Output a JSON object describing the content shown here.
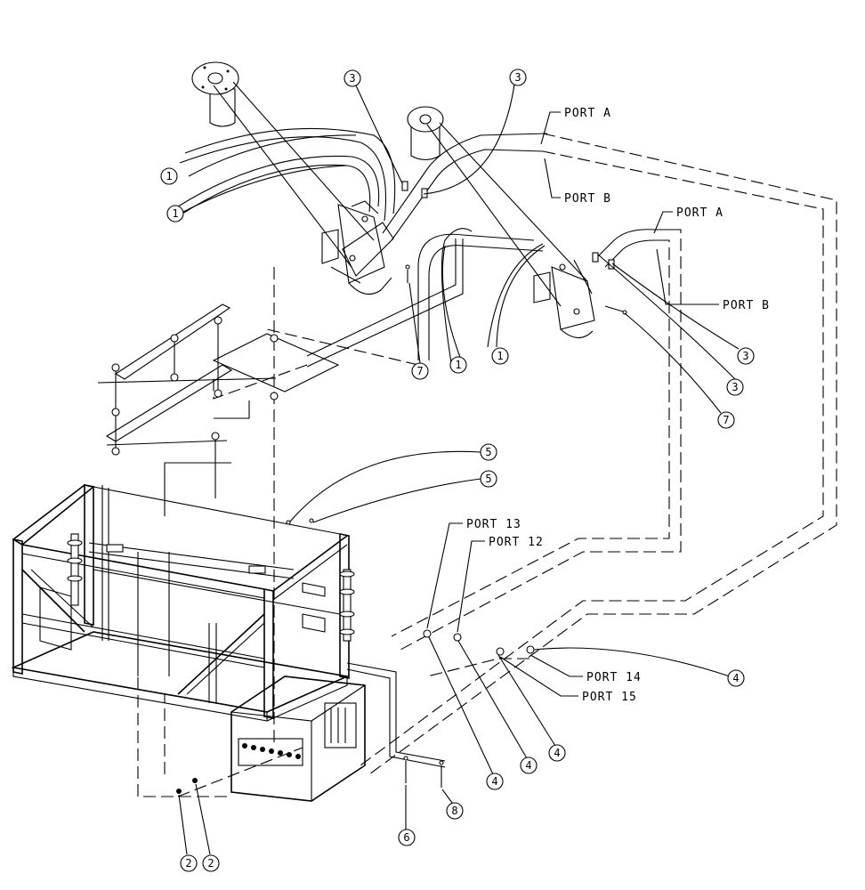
{
  "ports": {
    "upper_a": "PORT A",
    "upper_b": "PORT B",
    "right_a": "PORT A",
    "right_b": "PORT B",
    "p13": "PORT 13",
    "p12": "PORT 12",
    "p14": "PORT 14",
    "p15": "PORT 15"
  },
  "callouts": [
    {
      "n": "1"
    },
    {
      "n": "1"
    },
    {
      "n": "1"
    },
    {
      "n": "1"
    },
    {
      "n": "3"
    },
    {
      "n": "3"
    },
    {
      "n": "3"
    },
    {
      "n": "3"
    },
    {
      "n": "7"
    },
    {
      "n": "7"
    },
    {
      "n": "5"
    },
    {
      "n": "5"
    },
    {
      "n": "4"
    },
    {
      "n": "4"
    },
    {
      "n": "4"
    },
    {
      "n": "4"
    },
    {
      "n": "6"
    },
    {
      "n": "8"
    },
    {
      "n": "2"
    },
    {
      "n": "2"
    }
  ]
}
